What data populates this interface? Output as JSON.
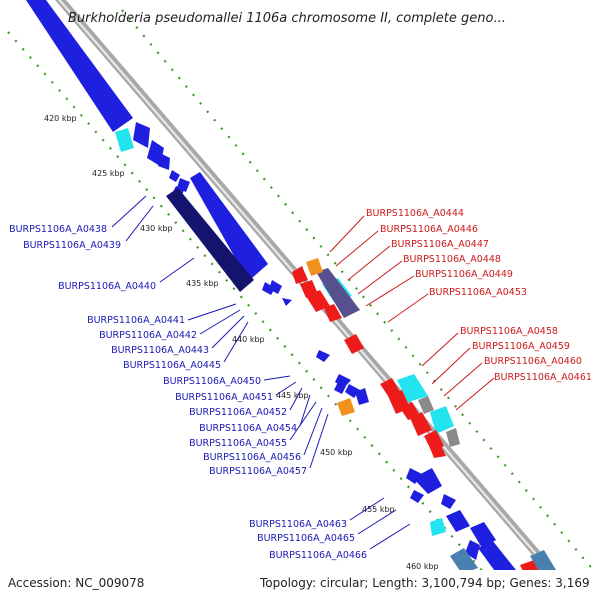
{
  "title": "Burkholderia pseudomallei 1106a chromosome II, complete geno...",
  "footer": {
    "accession": "Accession: NC_009078",
    "summary": "Topology: circular; Length: 3,100,794 bp; Genes: 3,169"
  },
  "kbp_ticks": [
    "420 kbp",
    "425 kbp",
    "430 kbp",
    "435 kbp",
    "440 kbp",
    "445 kbp",
    "450 kbp",
    "455 kbp",
    "460 kbp"
  ],
  "left_labels": [
    "BURPS1106A_A0438",
    "BURPS1106A_A0439",
    "BURPS1106A_A0440",
    "BURPS1106A_A0441",
    "BURPS1106A_A0442",
    "BURPS1106A_A0443",
    "BURPS1106A_A0445",
    "BURPS1106A_A0450",
    "BURPS1106A_A0451",
    "BURPS1106A_A0452",
    "BURPS1106A_A0454",
    "BURPS1106A_A0455",
    "BURPS1106A_A0456",
    "BURPS1106A_A0457",
    "BURPS1106A_A0463",
    "BURPS1106A_A0465",
    "BURPS1106A_A0466"
  ],
  "right_labels": [
    "BURPS1106A_A0444",
    "BURPS1106A_A0446",
    "BURPS1106A_A0447",
    "BURPS1106A_A0448",
    "BURPS1106A_A0449",
    "BURPS1106A_A0453",
    "BURPS1106A_A0458",
    "BURPS1106A_A0459",
    "BURPS1106A_A0460",
    "BURPS1106A_A0461"
  ],
  "colors": {
    "forward_gene": "#1f1fe0",
    "reverse_gene": "#ee1b1b",
    "dark_gene": "#14146e",
    "cyan_gene": "#22e4ee",
    "orange_gene": "#f2921c",
    "purple_gene": "#58508e",
    "steel_gene": "#4a80b0",
    "backbone": "#a8a8a8",
    "dot_track": "#3c9a2a",
    "left_label": "#1a1ab4",
    "right_label": "#cc1a1a"
  }
}
